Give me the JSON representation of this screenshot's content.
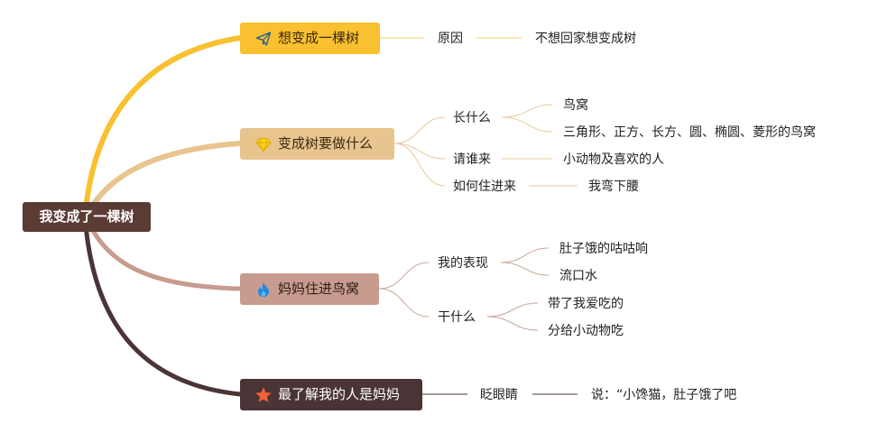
{
  "root": {
    "label": "我变成了一棵树"
  },
  "branches": [
    {
      "label": "想变成一棵树",
      "icon": "paper-plane-icon",
      "color": "#f9c02f",
      "children": [
        {
          "label": "原因",
          "children": [
            {
              "label": "不想回家想变成树"
            }
          ]
        }
      ]
    },
    {
      "label": "变成树要做什么",
      "icon": "diamond-icon",
      "color": "#e8c48f",
      "children": [
        {
          "label": "长什么",
          "children": [
            {
              "label": "鸟窝"
            },
            {
              "label": "三角形、正方、长方、圆、椭圆、菱形的鸟窝"
            }
          ]
        },
        {
          "label": "请谁来",
          "children": [
            {
              "label": "小动物及喜欢的人"
            }
          ]
        },
        {
          "label": "如何住进来",
          "children": [
            {
              "label": "我弯下腰"
            }
          ]
        }
      ]
    },
    {
      "label": "妈妈住进鸟窝",
      "icon": "flame-icon",
      "color": "#c79b8d",
      "children": [
        {
          "label": "我的表现",
          "children": [
            {
              "label": "肚子饿的咕咕响"
            },
            {
              "label": "流口水"
            }
          ]
        },
        {
          "label": "干什么",
          "children": [
            {
              "label": "带了我爱吃的"
            },
            {
              "label": "分给小动物吃"
            }
          ]
        }
      ]
    },
    {
      "label": "最了解我的人是妈妈",
      "icon": "star-icon",
      "color": "#4b3436",
      "children": [
        {
          "label": "眨眼睛",
          "children": [
            {
              "label": "说：“小馋猫，肚子饿了吧"
            }
          ]
        }
      ]
    }
  ]
}
